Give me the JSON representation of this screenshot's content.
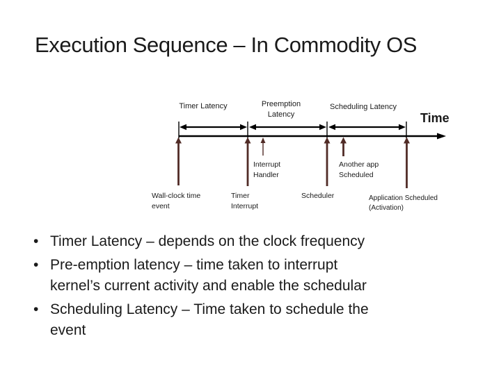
{
  "slide": {
    "title": "Execution Sequence – In Commodity OS"
  },
  "diagram": {
    "axis_label": "Time",
    "spans": [
      {
        "label": "Timer Latency"
      },
      {
        "label": "Preemption\nLatency"
      },
      {
        "label": "Scheduling Latency"
      }
    ],
    "mid_events": [
      {
        "label": "Interrupt\nHandler"
      },
      {
        "label": "Another app\nScheduled"
      }
    ],
    "base_events": [
      {
        "label": "Wall-clock time\nevent"
      },
      {
        "label": "Timer\nInterrupt"
      },
      {
        "label": "Scheduler"
      },
      {
        "label": "Application Scheduled\n(Activation)"
      }
    ]
  },
  "bullets": [
    {
      "text": "Timer Latency – depends on the clock frequency"
    },
    {
      "text": "Pre-emption latency – time taken to interrupt\nkernel’s current activity and enable the schedular"
    },
    {
      "text": "Scheduling Latency – Time taken to schedule the\nevent"
    }
  ],
  "colors": {
    "event_arrow": "#502b26",
    "axis": "#000000",
    "text": "#1a1a1a",
    "background": "#ffffff"
  }
}
